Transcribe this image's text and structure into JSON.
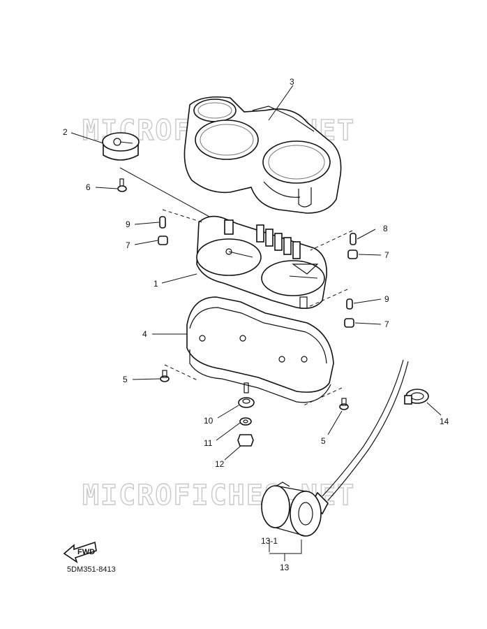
{
  "watermark": "MICROFICHES.NET",
  "drawing_code": "5DM351-8413",
  "fwd_label": "FWD",
  "callouts": {
    "c1": "1",
    "c2": "2",
    "c3": "3",
    "c4": "4",
    "c5a": "5",
    "c5b": "5",
    "c6": "6",
    "c7a": "7",
    "c7b": "7",
    "c7c": "7",
    "c8": "8",
    "c9a": "9",
    "c9b": "9",
    "c10": "10",
    "c11": "11",
    "c12": "12",
    "c13": "13",
    "c13_1": "13-1",
    "c14": "14"
  }
}
